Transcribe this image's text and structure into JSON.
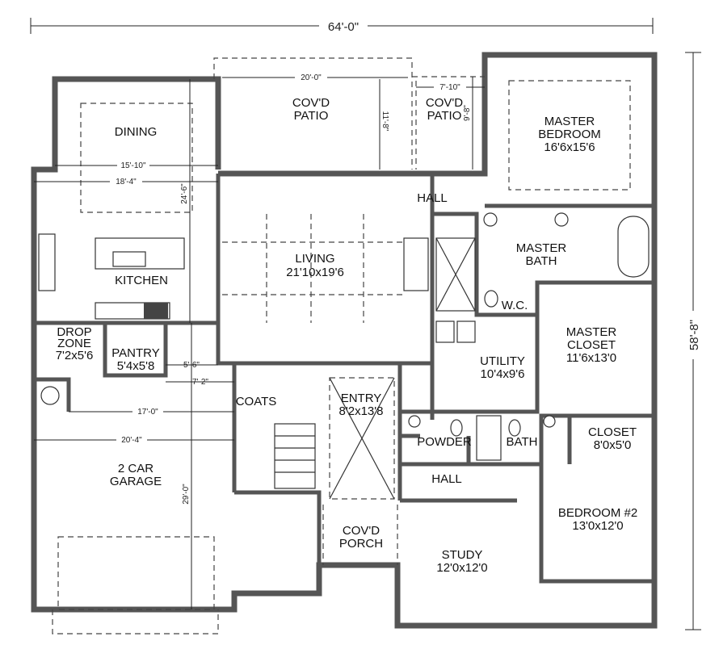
{
  "overall": {
    "width": "64'-0\"",
    "depth": "58'-8\""
  },
  "rooms": {
    "covd_patio_main": [
      "COV'D",
      "PATIO"
    ],
    "covd_patio_side": [
      "COV'D",
      "PATIO"
    ],
    "master_bedroom": [
      "MASTER",
      "BEDROOM",
      "16'6x15'6"
    ],
    "dining": [
      "DINING"
    ],
    "hall_top": [
      "HALL"
    ],
    "kitchen": [
      "KITCHEN"
    ],
    "living": [
      "LIVING",
      "21'10x19'6"
    ],
    "master_bath": [
      "MASTER",
      "BATH"
    ],
    "wc": [
      "W.C."
    ],
    "master_closet": [
      "MASTER",
      "CLOSET",
      "11'6x13'0"
    ],
    "drop_zone": [
      "DROP",
      "ZONE",
      "7'2x5'6"
    ],
    "pantry": [
      "PANTRY",
      "5'4x5'8"
    ],
    "utility": [
      "UTILITY",
      "10'4x9'6"
    ],
    "coats": [
      "COATS"
    ],
    "entry": [
      "ENTRY",
      "8'2x13'8"
    ],
    "powder": [
      "POWDER"
    ],
    "bath": [
      "BATH"
    ],
    "closet": [
      "CLOSET",
      "8'0x5'0"
    ],
    "garage": [
      "2 CAR",
      "GARAGE"
    ],
    "hall_bottom": [
      "HALL"
    ],
    "bedroom2": [
      "BEDROOM #2",
      "13'0x12'0"
    ],
    "covd_porch": [
      "COV'D",
      "PORCH"
    ],
    "study": [
      "STUDY",
      "12'0x12'0"
    ]
  },
  "dimensions": {
    "patio_width": "20'-0\"",
    "patio_depth": "11'-8\"",
    "side_patio_width": "7'-10\"",
    "side_patio_depth": "9'-8\"",
    "dining_width_a": "15'-10\"",
    "dining_width_b": "18'-4\"",
    "kitchen_depth": "24'-6\"",
    "pantry_dim": "5'-6\"",
    "hall_dim": "7'-2\"",
    "garage_inner": "17'-0\"",
    "garage_width": "20'-4\"",
    "garage_depth": "29'-0\""
  }
}
